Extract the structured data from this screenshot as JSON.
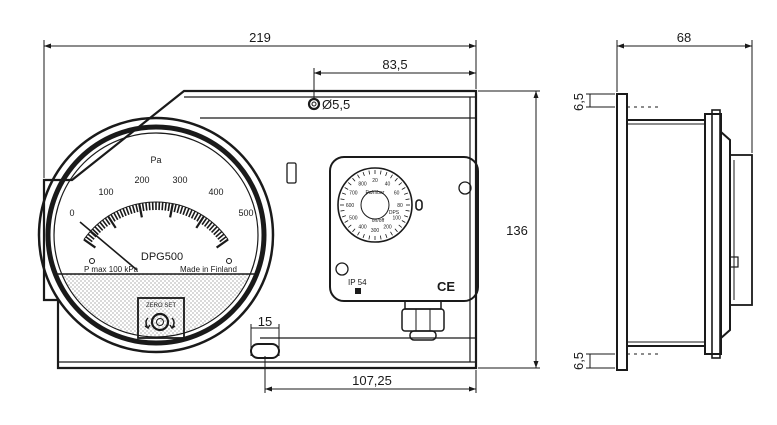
{
  "dimensions": {
    "overall_width": "219",
    "mount_hole_offset": "83,5",
    "hole_diameter": "Ø5,5",
    "height": "136",
    "slot_width": "15",
    "slot_offset": "107,25",
    "depth": "68",
    "top_flange": "6,5",
    "bottom_flange": "6,5"
  },
  "gauge": {
    "unit": "Pa",
    "scale_labels": [
      "0",
      "100",
      "200",
      "300",
      "400",
      "500"
    ],
    "model": "DPG500",
    "pmax": "P max 100 kPa",
    "origin": "Made in Finland",
    "zero_label": "ZERO SET"
  },
  "switch": {
    "ip_rating": "IP 54",
    "ce_mark": "CE",
    "dial_numbers": [
      "20",
      "40",
      "60",
      "80",
      "100",
      "200",
      "300",
      "400",
      "500",
      "600",
      "700",
      "800"
    ],
    "dial_ring_labels": [
      "Pa/mbar",
      "DPS",
      "on/off"
    ]
  }
}
